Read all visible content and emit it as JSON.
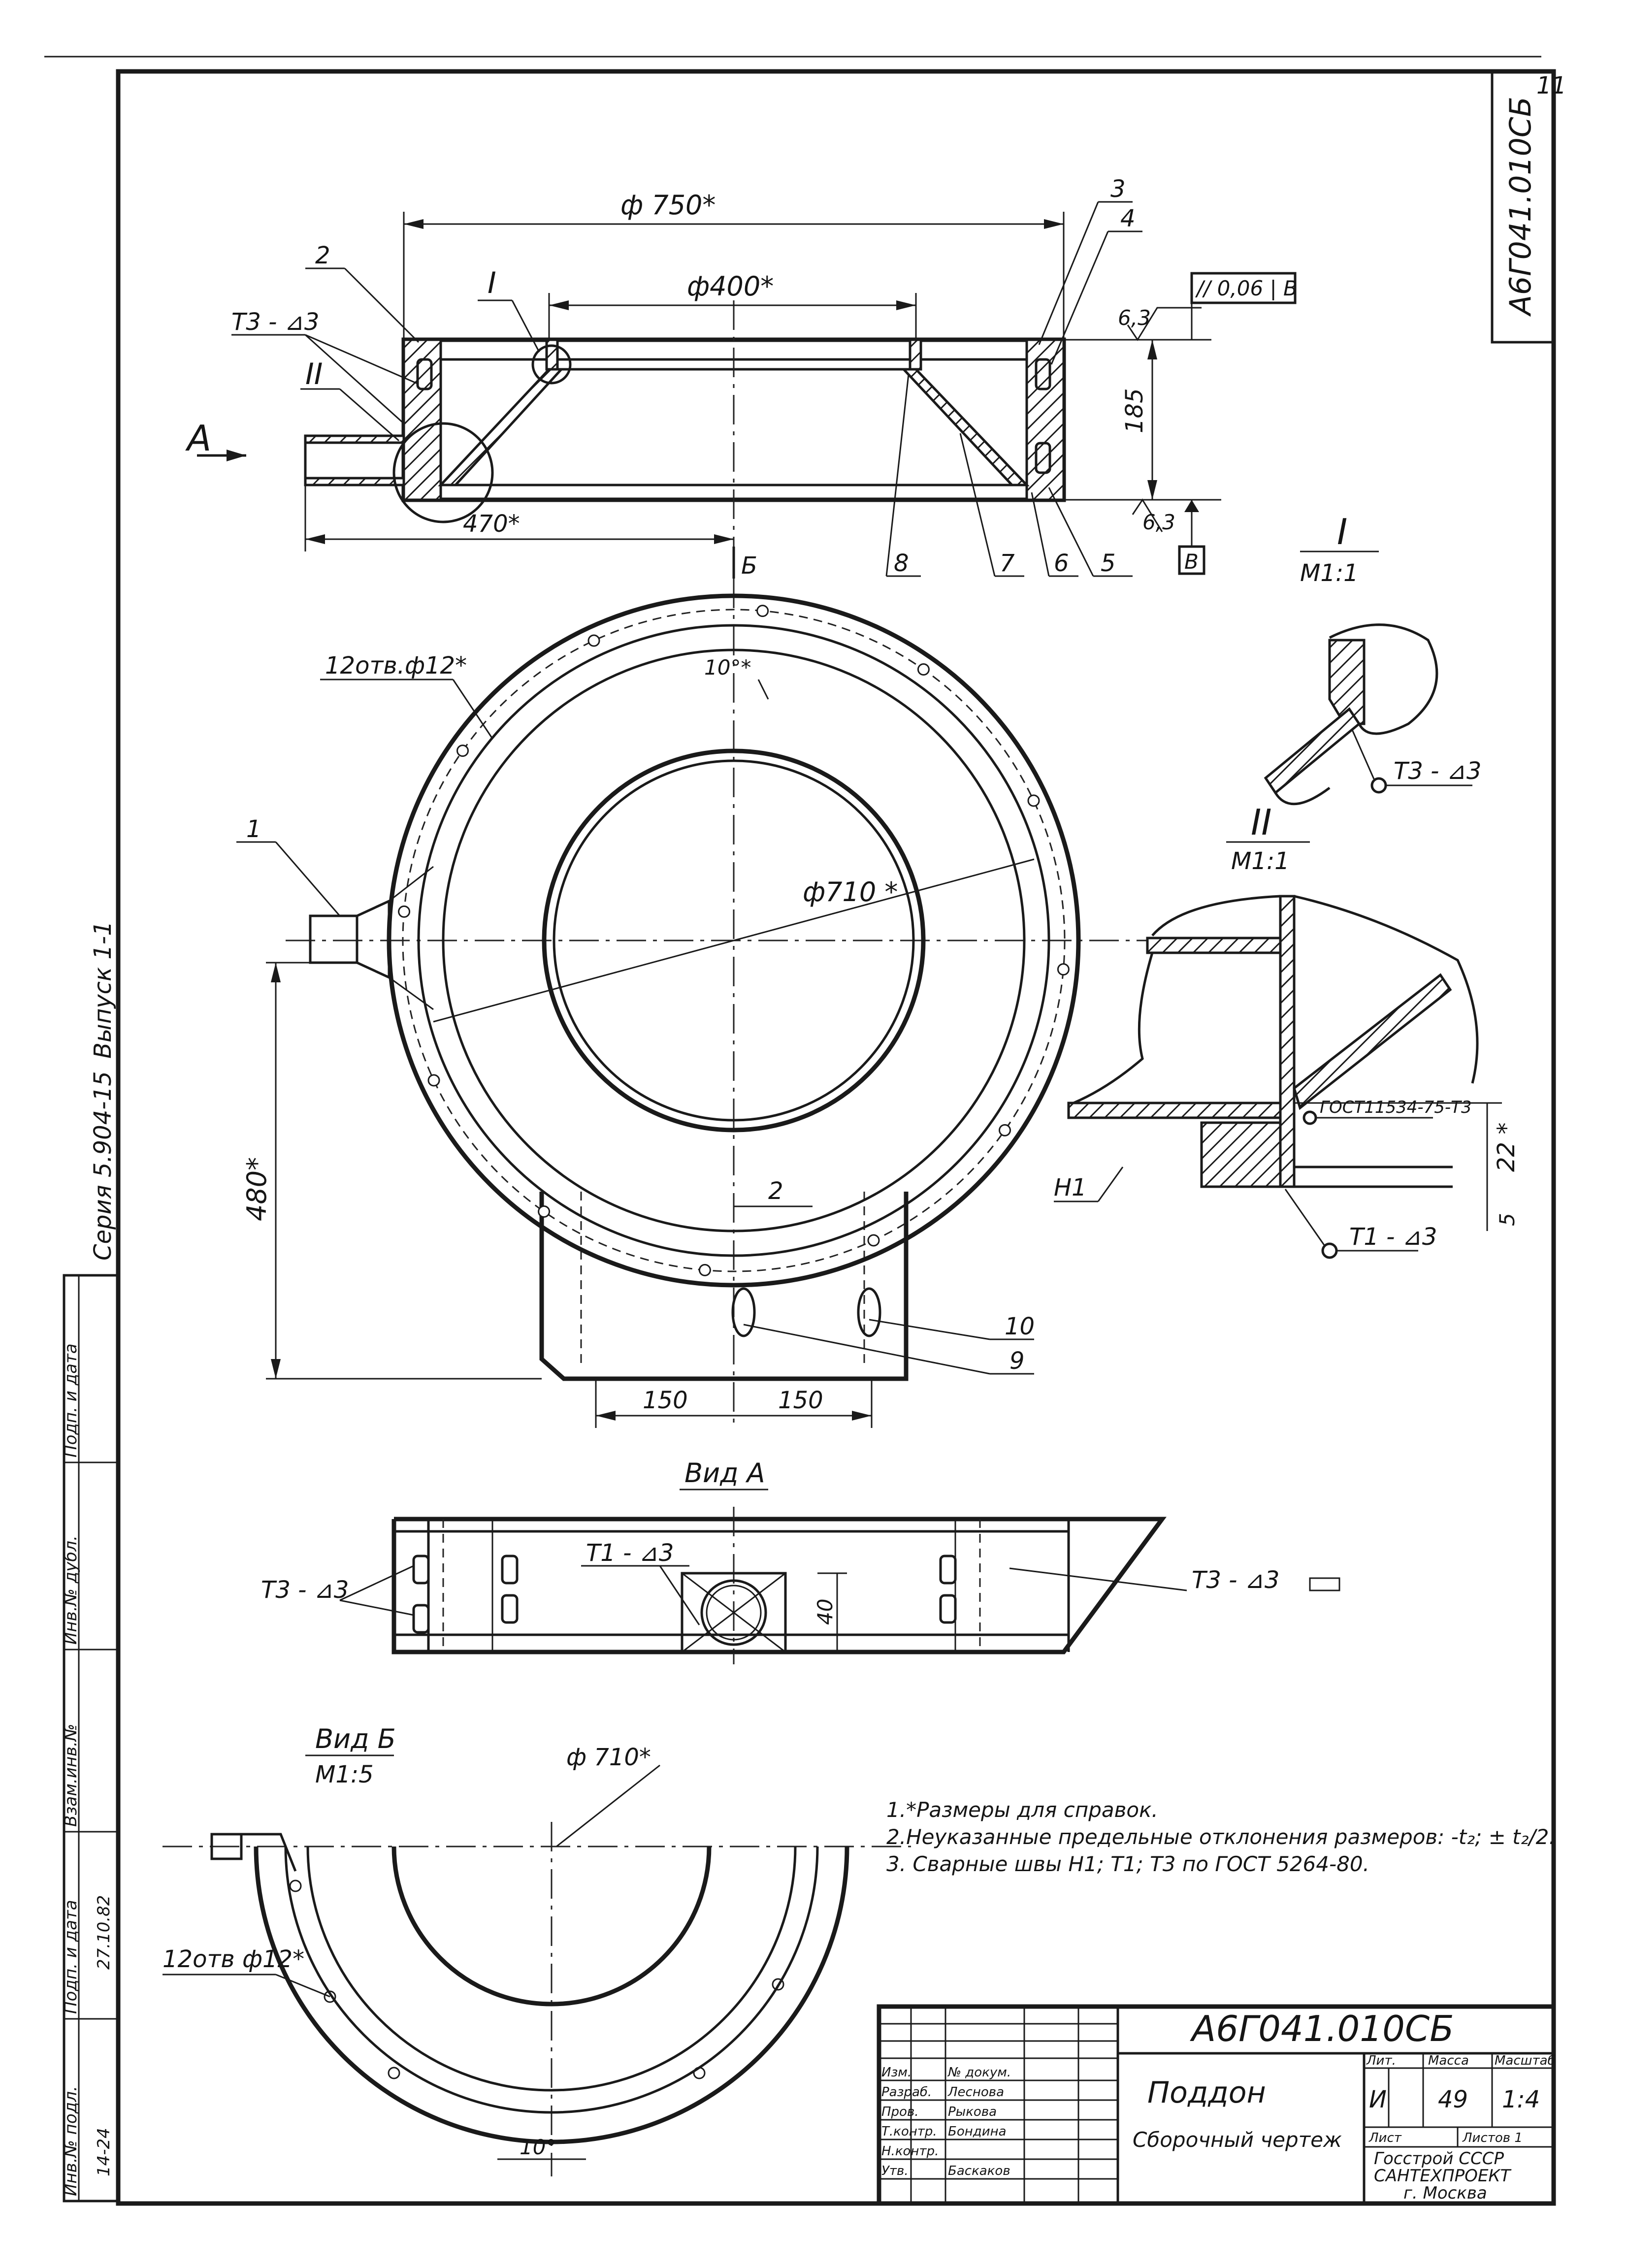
{
  "doc": {
    "designation": "А6Г041.010СБ",
    "corner_code": "А6Г041.010СБ",
    "page_number": "11",
    "series": "Серия 5.904-15",
    "issue": "Выпуск 1-1"
  },
  "top_section": {
    "dim_outer": "ф 750*",
    "dim_inner": "ф400*",
    "dim_height": "185",
    "dim_pipe": "470*",
    "roughness_top": "6,3",
    "roughness_bottom": "6,3",
    "tolerance_frame": "// 0,06 | В",
    "datum": "В",
    "weld_label": "Т3 - ⊿3",
    "view_arrow": "А",
    "cut_mark": "Б",
    "callout_I": "I",
    "callout_II": "II",
    "parts": {
      "p2": "2",
      "p3": "3",
      "p4": "4",
      "p5": "5",
      "p6": "6",
      "p7": "7",
      "p8": "8"
    }
  },
  "plan_view": {
    "holes_label": "12отв.ф12*",
    "dim_diameter": "ф710 *",
    "dim_angle": "10°*",
    "dim_2": "2",
    "dim_480": "480*",
    "dim_150_left": "150",
    "dim_150_right": "150",
    "part_1": "1",
    "part_9": "9",
    "part_10": "10"
  },
  "detail_I": {
    "title": "I",
    "scale": "М1:1",
    "weld": "Т3 - ⊿3"
  },
  "detail_II": {
    "title": "II",
    "scale": "М1:1",
    "gost": "ГОСТ11534-75-Т3",
    "dim_22": "22 *",
    "dim_5": "5",
    "weld_H1": "Н1",
    "weld_T1": "Т1 - ⊿3"
  },
  "view_A": {
    "title": "Вид А",
    "weld_left": "Т3 - ⊿3",
    "weld_center": "Т1 - ⊿3",
    "weld_right": "Т3 - ⊿3",
    "dim_40": "40"
  },
  "view_B": {
    "title": "Вид Б",
    "scale": "М1:5",
    "dim_diameter": "ф 710*",
    "holes_label": "12отв ф12*",
    "dim_angle": "10°"
  },
  "notes": [
    "1.*Размеры для справок.",
    "2.Неуказанные предельные отклонения размеров: -t₂; ± t₂/2.",
    "3. Сварные швы Н1; Т1; Т3 по ГОСТ 5264-80."
  ],
  "title_block": {
    "name": "Поддон",
    "doc_type": "Сборочный чертеж",
    "head_lit": "Лит.",
    "head_mass": "Масса",
    "head_scale": "Масштаб",
    "lit_value": "И",
    "mass_value": "49",
    "scale_value": "1:4",
    "sheet": "Лист",
    "sheets": "Листов 1",
    "org_1": "Госстрой СССР",
    "org_2": "САНТЕХПРОЕКТ",
    "org_3": "г. Москва",
    "roles": [
      "Изм.",
      "Разраб.",
      "Пров.",
      "Т.контр.",
      "Н.контр.",
      "Утв."
    ],
    "names": [
      "№ докум.",
      "Леснова",
      "Рыкова",
      "Бондина",
      "",
      "Баскаков"
    ]
  },
  "side_stamp": {
    "inv_podl": "Инв.№ подл.",
    "podp_data": "Подп. и дата",
    "vzam_inv": "Взам.инв.№",
    "inv_dubl": "Инв.№ дубл.",
    "podp_data2": "Подп. и дата",
    "inv_value": "14-24",
    "date_value": "27.10.82"
  }
}
